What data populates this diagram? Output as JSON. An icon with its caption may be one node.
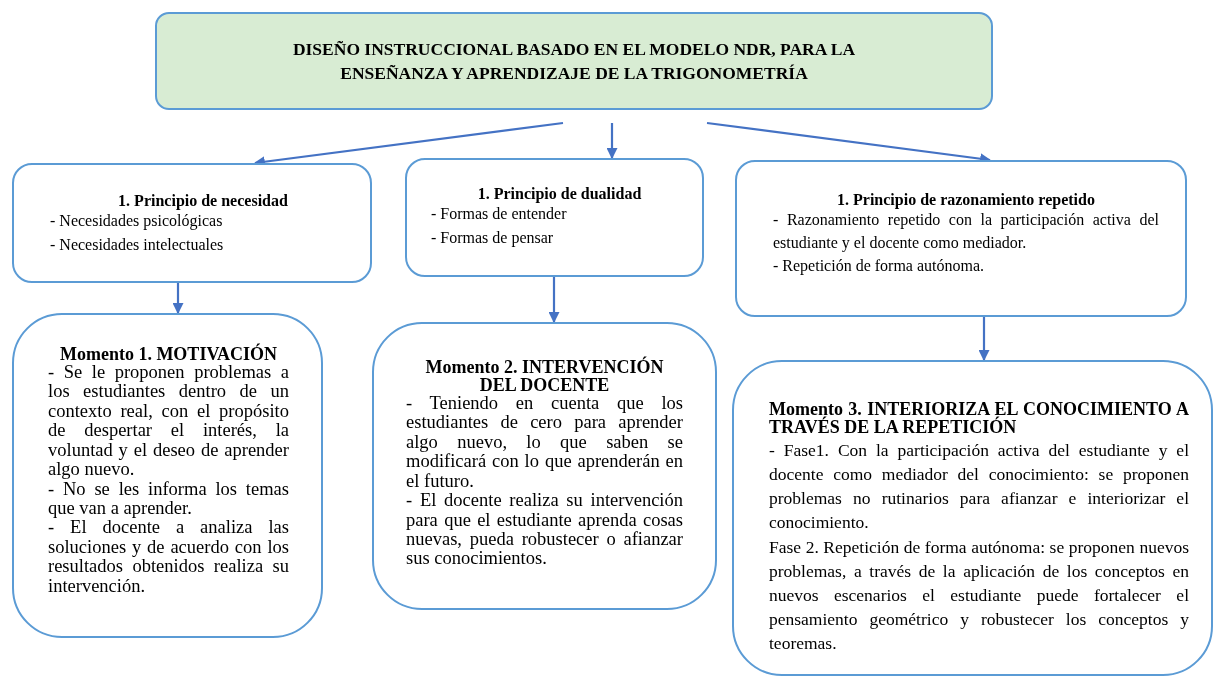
{
  "diagram": {
    "nodes": [
      {
        "text": [
          "DISEÑO INSTRUCCIONAL BASADO EN EL MODELO NDR, PARA LA ENSEÑANZA Y APRENDIZAJE DE LA TRIGONOMETRÍA"
        ]
      },
      {
        "text": [
          "1. Principio de necesidad",
          "- Necesidades psicológicas",
          "- Necesidades intelectuales"
        ]
      },
      {
        "text": [
          "1. Principio de dualidad",
          "- Formas de entender",
          "- Formas de pensar"
        ]
      },
      {
        "text": [
          "1. Principio de razonamiento repetido",
          "- Razonamiento repetido con la participación activa del estudiante y el docente como mediador.",
          "- Repetición de forma autónoma."
        ]
      },
      {
        "text": [
          "Momento 1. MOTIVACIÓN",
          "- Se le proponen problemas a los estudiantes dentro de un contexto real, con el propósito de despertar el interés, la voluntad y el deseo de aprender algo nuevo.",
          "- No se les informa los temas que van a aprender.",
          "- El docente a analiza las soluciones y de acuerdo con los resultados obtenidos realiza su intervención."
        ]
      },
      {
        "text": [
          "Momento 2. INTERVENCIÓN DEL DOCENTE",
          "- Teniendo en cuenta que los estudiantes de cero para aprender algo nuevo, lo que saben se modificará con lo que aprenderán en el futuro.",
          "- El docente realiza su intervención para que el estudiante aprenda cosas nuevas, pueda robustecer o afianzar sus conocimientos."
        ]
      },
      {
        "text": [
          "Momento 3. INTERIORIZA EL CONOCIMIENTO A TRAVÉS DE LA REPETICIÓN",
          "- Fase1. Con la participación activa del estudiante y el docente como mediador del conocimiento: se proponen problemas no rutinarios para afianzar e interiorizar el conocimiento.",
          "Fase 2. Repetición de forma autónoma: se proponen nuevos problemas, a través de la aplicación de los conceptos en nuevos escenarios el estudiante puede fortalecer el pensamiento geométrico y robustecer los conceptos y teoremas."
        ]
      }
    ],
    "edges": [
      {
        "from": 0,
        "to": 1,
        "arrow": "to"
      },
      {
        "from": 0,
        "to": 2,
        "arrow": "to"
      },
      {
        "from": 0,
        "to": 3,
        "arrow": "to"
      },
      {
        "from": 1,
        "to": 4,
        "arrow": "to"
      },
      {
        "from": 2,
        "to": 5,
        "arrow": "to"
      },
      {
        "from": 3,
        "to": 6,
        "arrow": "to"
      }
    ]
  }
}
